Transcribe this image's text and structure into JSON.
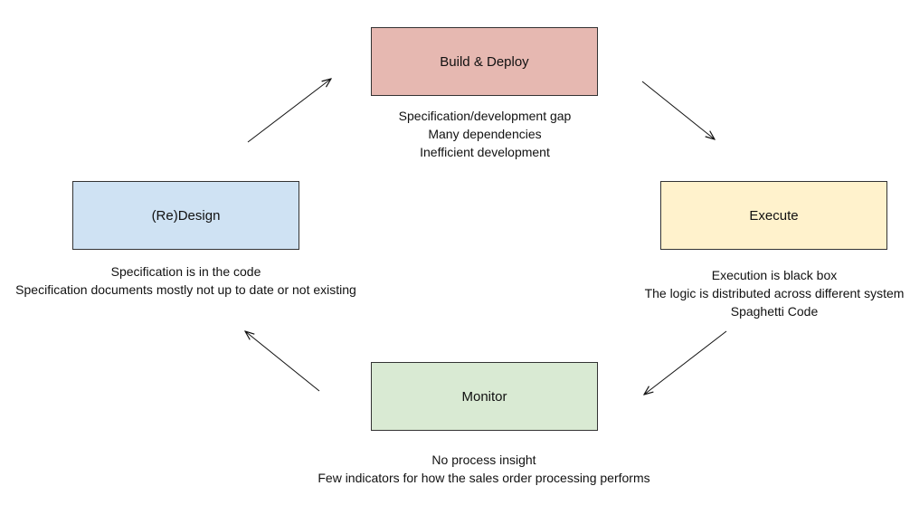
{
  "colors": {
    "build_fill": "#e6b8b1",
    "execute_fill": "#fff2cc",
    "monitor_fill": "#d9ead3",
    "redesign_fill": "#cfe2f3",
    "border": "#333333",
    "arrow": "#111111"
  },
  "stages": {
    "build": {
      "label": "Build & Deploy",
      "notes": [
        "Specification/development gap",
        "Many dependencies",
        "Inefficient development"
      ]
    },
    "execute": {
      "label": "Execute",
      "notes": [
        "Execution is black box",
        "The logic is distributed across different system",
        "Spaghetti Code"
      ]
    },
    "monitor": {
      "label": "Monitor",
      "notes": [
        "No process insight",
        "Few indicators for how the sales order processing performs"
      ]
    },
    "redesign": {
      "label": "(Re)Design",
      "notes": [
        "Specification is in the code",
        "Specification documents mostly not up to date or not existing"
      ]
    }
  },
  "flow": [
    {
      "from": "build",
      "to": "execute"
    },
    {
      "from": "execute",
      "to": "monitor"
    },
    {
      "from": "monitor",
      "to": "redesign"
    },
    {
      "from": "redesign",
      "to": "build"
    }
  ]
}
